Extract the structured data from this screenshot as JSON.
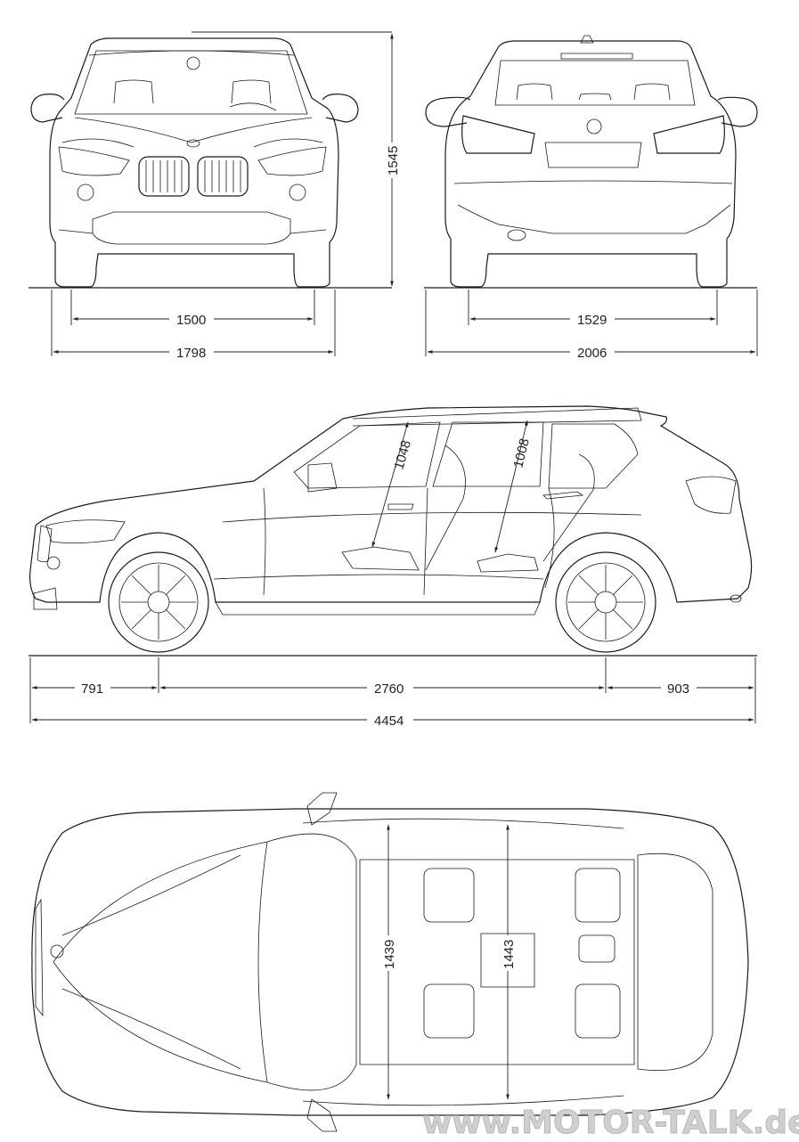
{
  "front_view": {
    "height_label": "1545",
    "track_label": "1500",
    "width_label": "1798"
  },
  "rear_view": {
    "track_label": "1529",
    "width_label": "2006"
  },
  "side_view": {
    "front_overhang_label": "791",
    "wheelbase_label": "2760",
    "rear_overhang_label": "903",
    "length_label": "4454",
    "front_headroom_label": "1048",
    "rear_headroom_label": "1008"
  },
  "top_view": {
    "front_shoulder_label": "1439",
    "rear_shoulder_label": "1443"
  },
  "watermark": "www.MOTOR-TALK.de"
}
